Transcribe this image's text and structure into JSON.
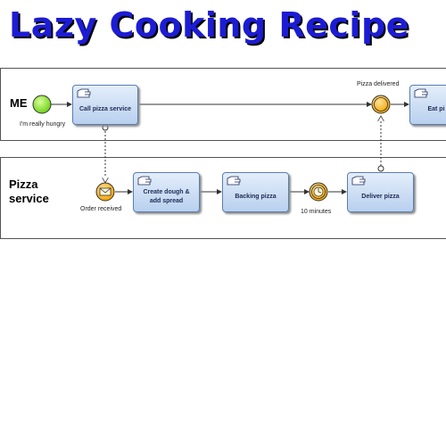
{
  "title": "Lazy Cooking Recipe",
  "lanes": {
    "me": {
      "label": "ME"
    },
    "pizza_service": {
      "label_line1": "Pizza",
      "label_line2": "service"
    }
  },
  "tasks": {
    "call_pizza": "Call pizza service",
    "eat_pizza": "Eat pi",
    "create_dough": "Create dough & add spread",
    "backing": "Backing pizza",
    "deliver": "Deliver pizza"
  },
  "events": {
    "start": "I'm really hungry",
    "pizza_delivered": "Pizza delivered",
    "order_received": "Order received",
    "timer": "10 minutes"
  }
}
